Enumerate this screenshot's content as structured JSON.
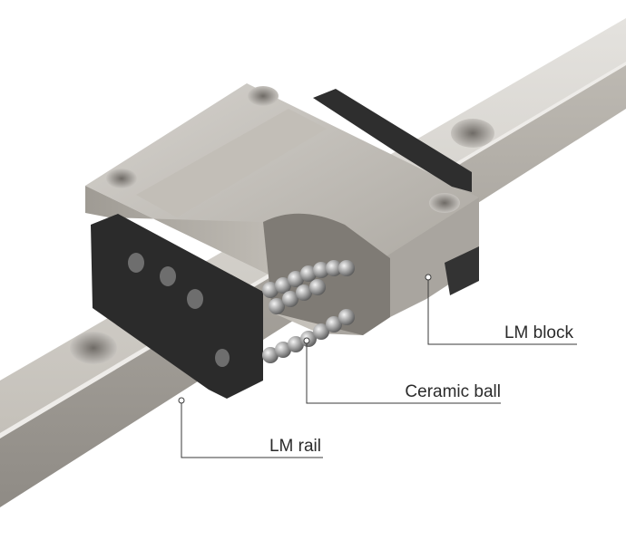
{
  "labels": {
    "lm_block": "LM block",
    "ceramic_ball": "Ceramic ball",
    "lm_rail": "LM rail"
  },
  "colors": {
    "background": "#ffffff",
    "rail_metal": "#c9c6c0",
    "block_metal": "#b9b5ae",
    "end_seal": "#2b2b2b",
    "ball": "#9c9c9c",
    "leader_line": "#3a3a3a"
  }
}
